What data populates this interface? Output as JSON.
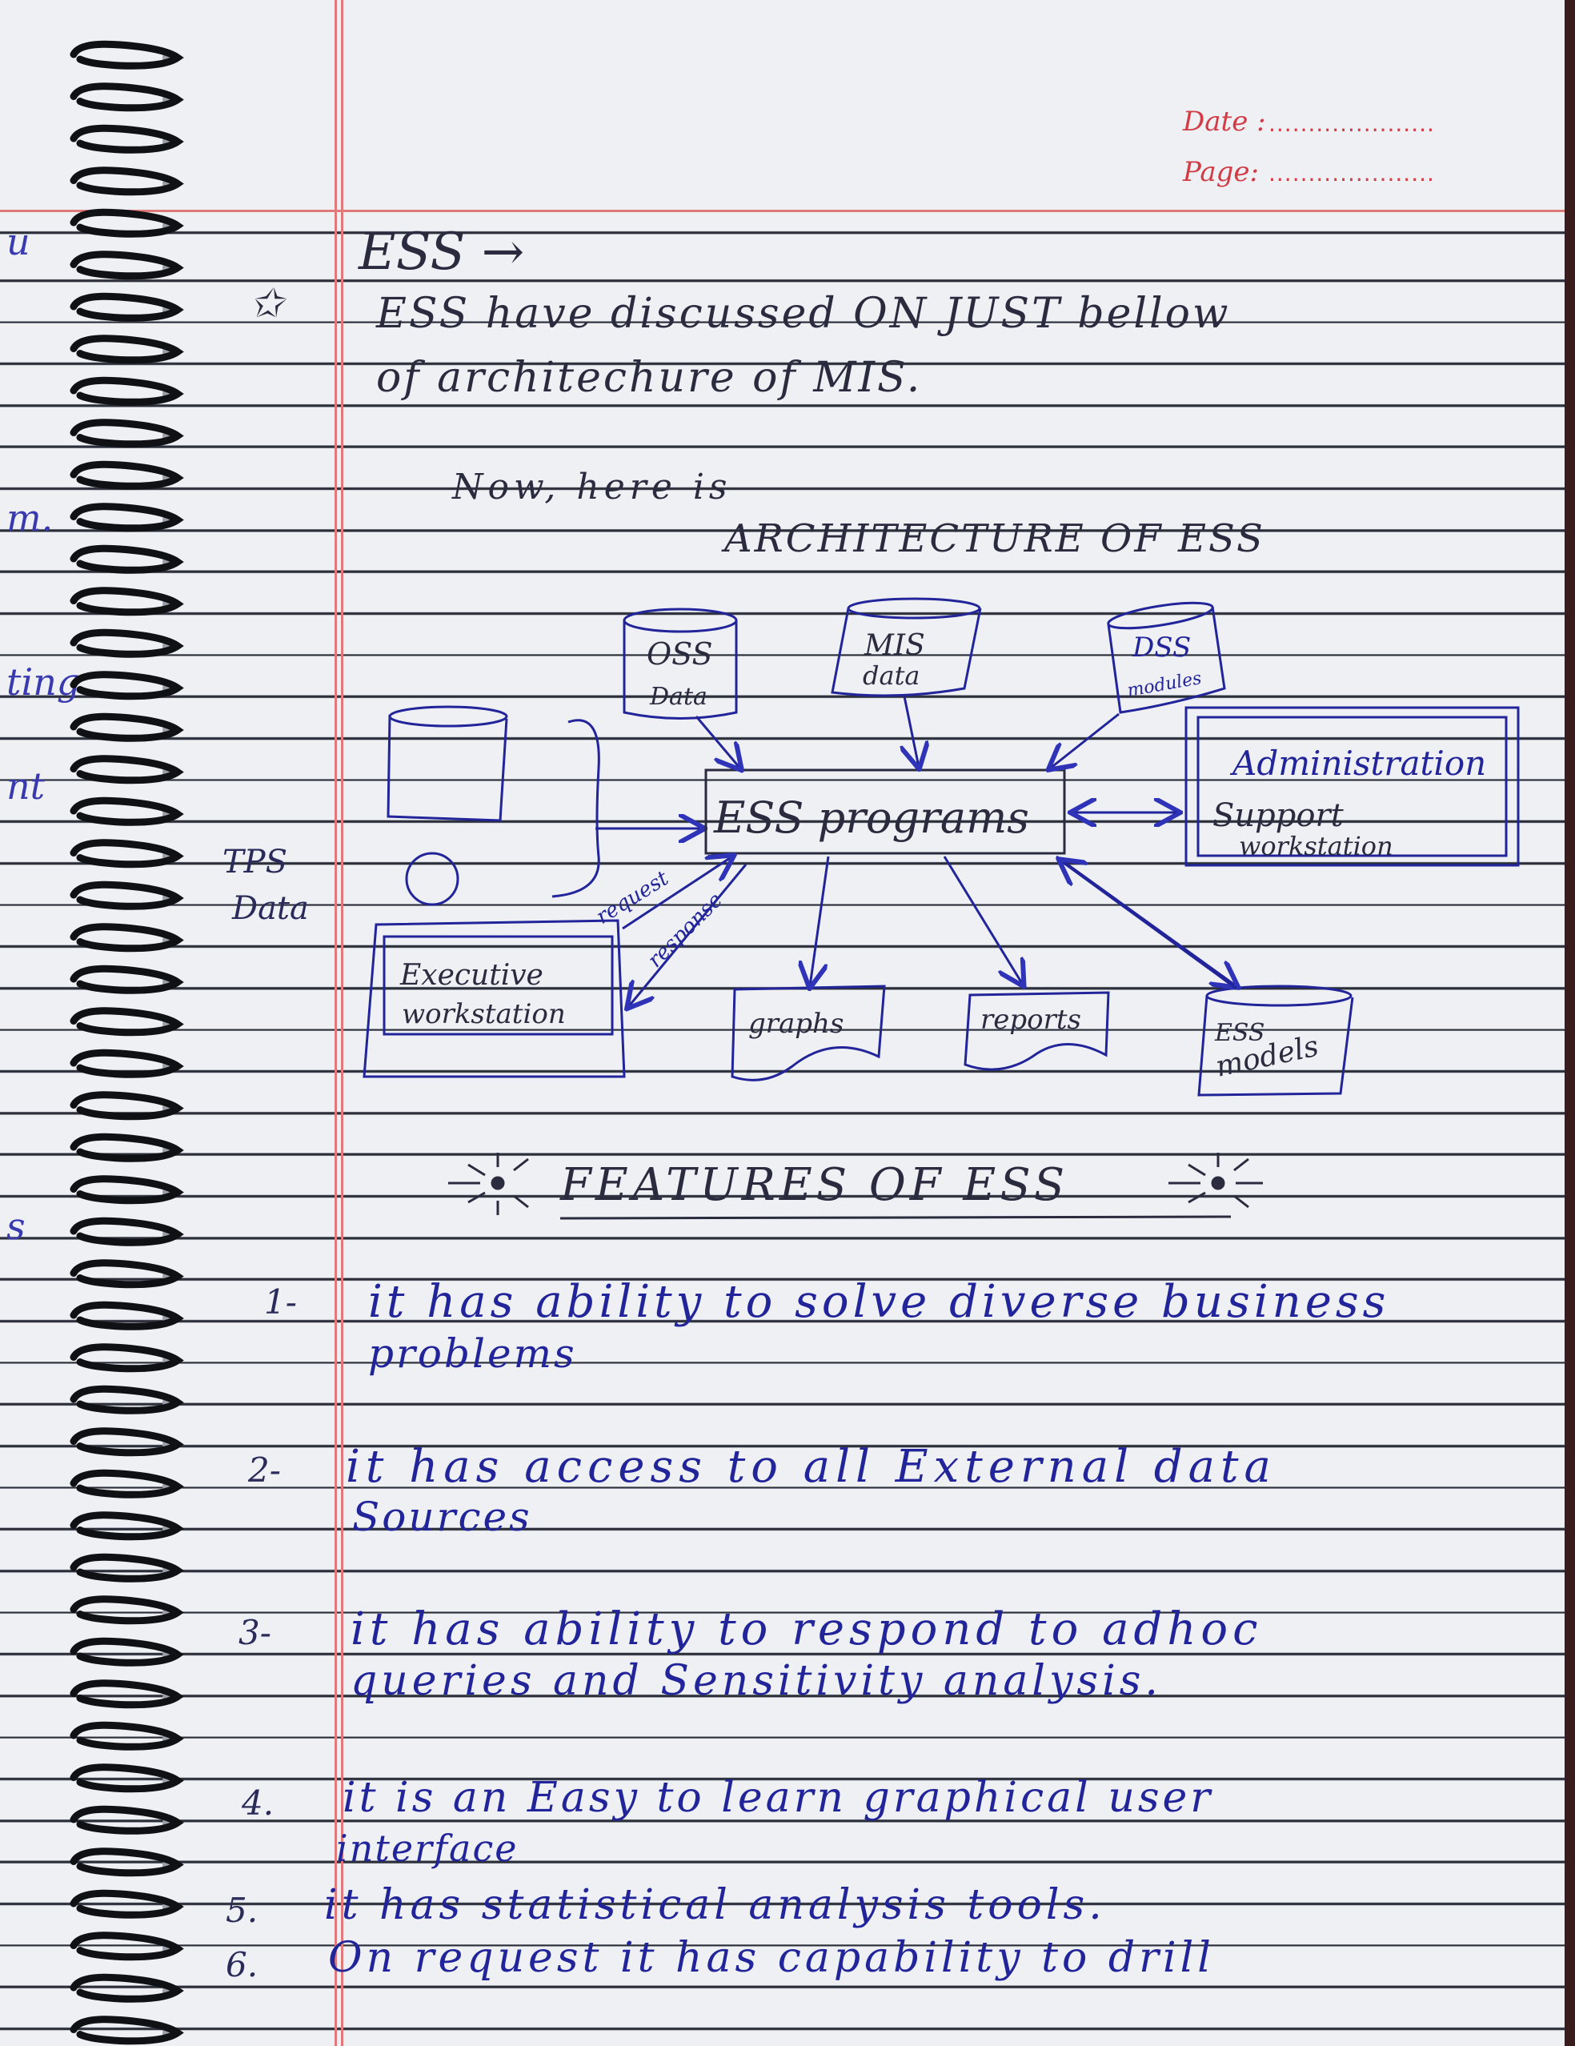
{
  "header": {
    "date_label": "Date :",
    "page_label": "Page:"
  },
  "left_edge": [
    "u",
    "m.",
    "ting",
    "nt",
    "s"
  ],
  "title": "ESS →",
  "intro": {
    "line1": "ESS have discussed ON JUST bellow",
    "line2": "of architechure of MIS."
  },
  "now_line": "Now, here is",
  "architecture_heading": "ARCHITECTURE OF ESS",
  "diagram": {
    "oss": "OSS",
    "oss_sub": "Data",
    "mis": "MIS",
    "mis_sub": "data",
    "dss": "DSS",
    "dss_sub": "modules",
    "programs": "ESS programs",
    "admin_line1": "Administration",
    "admin_line2": "Support",
    "admin_line3": "workstation",
    "tps_line1": "TPS",
    "tps_line2": "Data",
    "exec_line1": "Executive",
    "exec_line2": "workstation",
    "request": "request",
    "response": "response",
    "graphs": "graphs",
    "reports": "reports",
    "models_line1": "ESS",
    "models_line2": "models"
  },
  "features_heading": "FEATURES OF ESS",
  "features": [
    {
      "num": "1-",
      "line1": "it has ability to solve diverse business",
      "line2": "problems"
    },
    {
      "num": "2-",
      "line1": "it has access to all External data",
      "line2": "Sources"
    },
    {
      "num": "3-",
      "line1": "it has ability to respond to adhoc",
      "line2": "queries and Sensitivity analysis."
    },
    {
      "num": "4.",
      "line1": "it is an Easy to learn graphical user",
      "line2": "interface"
    },
    {
      "num": "5.",
      "line1": "it has statistical analysis tools."
    },
    {
      "num": "6.",
      "line1": "On request it has capability to drill"
    }
  ],
  "colors": {
    "ink_blue": "#22249a",
    "ink_dark": "#2a2b3f",
    "margin_red": "#e07a7a",
    "header_red": "#d13c45"
  }
}
